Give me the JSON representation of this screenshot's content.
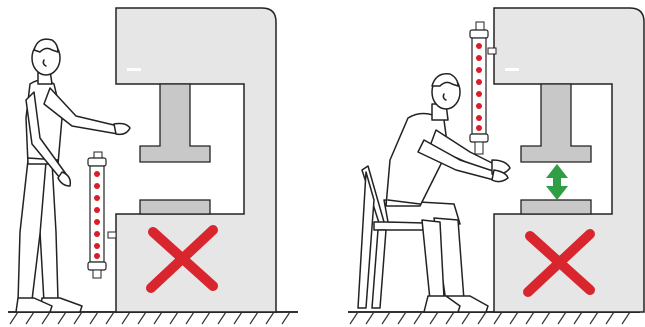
{
  "title": "",
  "colors": {
    "machine_fill": "#e6e6e6",
    "ram_fill": "#c4c4c4",
    "outline": "#222222",
    "curtain_dot": "#d81e2a",
    "curtain_body": "#ffffff",
    "cross": "#d9262e",
    "arrow": "#2f9e44",
    "ground": "#333333"
  },
  "panels": [
    {
      "name": "standing-operator",
      "operator_pose": "standing",
      "light_curtain_position": "low-beside-die",
      "light_curtain_beams": 8,
      "forbidden_zone_mark": "red-cross",
      "gap_arrow": false
    },
    {
      "name": "seated-operator",
      "operator_pose": "seated",
      "light_curtain_position": "high-beside-ram",
      "light_curtain_beams": 8,
      "forbidden_zone_mark": "red-cross",
      "gap_arrow": true
    }
  ]
}
